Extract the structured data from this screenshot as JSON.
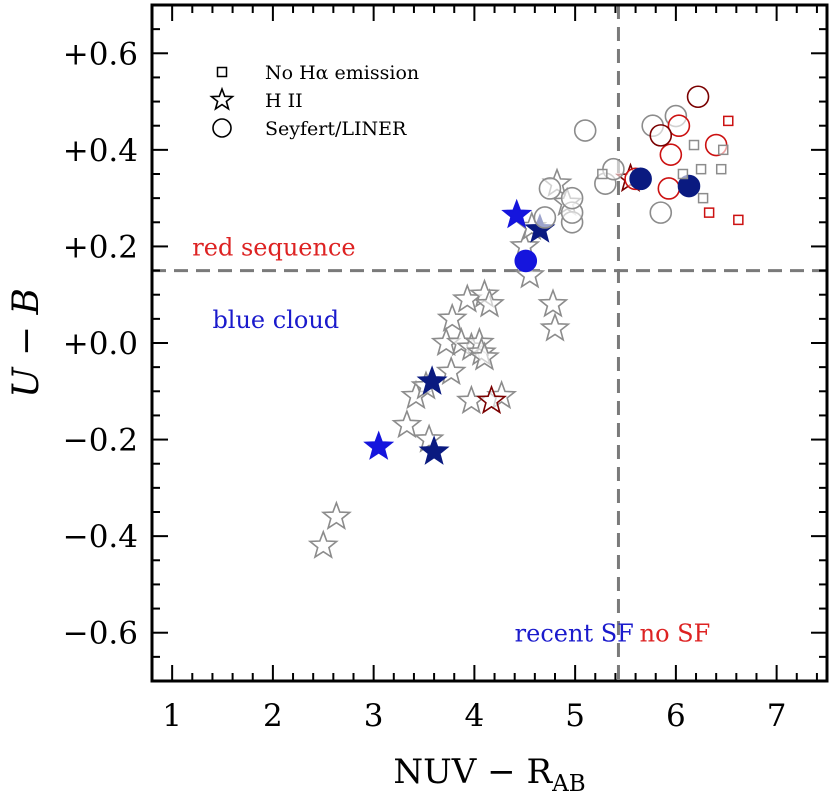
{
  "chart_data": {
    "type": "scatter",
    "xlabel": "NUV − R",
    "xlabel_sub": "AB",
    "ylabel": "U − B",
    "xlim": [
      0.8,
      7.5
    ],
    "ylim": [
      -0.7,
      0.7
    ],
    "x_ticks": [
      1,
      2,
      3,
      4,
      5,
      6,
      7
    ],
    "y_ticks": [
      0.6,
      0.4,
      0.2,
      0.0,
      -0.2,
      -0.4,
      -0.6
    ],
    "y_tick_labels": [
      "+0.6",
      "+0.4",
      "+0.2",
      "+0.0",
      "−0.2",
      "−0.4",
      "−0.6"
    ],
    "reference_lines": {
      "x": 5.43,
      "y": 0.15
    },
    "annotations": [
      {
        "text": "red sequence",
        "x": 1.2,
        "y": 0.2,
        "color": "#dd2222"
      },
      {
        "text": "blue cloud",
        "x": 1.4,
        "y": 0.05,
        "color": "#1a1acc"
      },
      {
        "text": "recent SF",
        "x": 4.4,
        "y": -0.6,
        "color": "#1a1acc"
      },
      {
        "text": "no SF",
        "x": 5.64,
        "y": -0.6,
        "color": "#dd2222"
      }
    ],
    "legend": {
      "position": "top-left",
      "items": [
        {
          "marker": "square",
          "label": "No Hα emission"
        },
        {
          "marker": "star",
          "label": "H II"
        },
        {
          "marker": "circle",
          "label": "Seyfert/LINER"
        }
      ]
    },
    "colors": {
      "grey": "#8c8c8c",
      "red": "#cc1111",
      "dark_red": "#7a0000",
      "blue": "#1515dd",
      "navy": "#0a1a80",
      "dashed_line": "#7a7a7a"
    },
    "series": [
      {
        "marker": "star",
        "style": "open",
        "color": "grey",
        "points": [
          [
            2.5,
            -0.42
          ],
          [
            2.63,
            -0.36
          ],
          [
            3.33,
            -0.17
          ],
          [
            3.42,
            -0.11
          ],
          [
            3.52,
            -0.09
          ],
          [
            3.55,
            -0.2
          ],
          [
            3.77,
            -0.06
          ],
          [
            3.78,
            0.05
          ],
          [
            3.72,
            -0.0
          ],
          [
            3.93,
            0.09
          ],
          [
            3.87,
            0.0
          ],
          [
            3.97,
            -0.01
          ],
          [
            4.05,
            0.0
          ],
          [
            4.07,
            -0.02
          ],
          [
            4.1,
            -0.03
          ],
          [
            4.1,
            0.1
          ],
          [
            4.15,
            0.08
          ],
          [
            3.97,
            -0.12
          ],
          [
            4.27,
            -0.11
          ],
          [
            4.5,
            0.2
          ],
          [
            4.55,
            0.14
          ],
          [
            4.57,
            0.24
          ],
          [
            4.78,
            0.08
          ],
          [
            4.8,
            0.03
          ],
          [
            4.82,
            0.33
          ],
          [
            4.92,
            0.29
          ]
        ]
      },
      {
        "marker": "star",
        "style": "open",
        "color": "dark_red",
        "points": [
          [
            4.17,
            -0.12
          ],
          [
            5.55,
            0.34
          ]
        ]
      },
      {
        "marker": "star",
        "style": "filled",
        "color": "blue",
        "points": [
          [
            3.05,
            -0.215
          ],
          [
            4.42,
            0.265
          ]
        ]
      },
      {
        "marker": "star",
        "style": "filled",
        "color": "navy",
        "points": [
          [
            3.58,
            -0.08
          ],
          [
            3.6,
            -0.225
          ],
          [
            4.65,
            0.235
          ]
        ]
      },
      {
        "marker": "circle",
        "style": "open",
        "color": "grey",
        "points": [
          [
            4.7,
            0.26
          ],
          [
            4.75,
            0.32
          ],
          [
            4.97,
            0.25
          ],
          [
            4.97,
            0.27
          ],
          [
            4.97,
            0.3
          ],
          [
            5.1,
            0.44
          ],
          [
            5.3,
            0.33
          ],
          [
            5.38,
            0.36
          ],
          [
            5.77,
            0.45
          ],
          [
            5.85,
            0.27
          ],
          [
            6.0,
            0.47
          ]
        ]
      },
      {
        "marker": "circle",
        "style": "open",
        "color": "red",
        "points": [
          [
            5.6,
            0.34
          ],
          [
            5.93,
            0.32
          ],
          [
            5.95,
            0.39
          ],
          [
            6.03,
            0.45
          ],
          [
            6.4,
            0.41
          ]
        ]
      },
      {
        "marker": "circle",
        "style": "open",
        "color": "dark_red",
        "points": [
          [
            5.85,
            0.43
          ],
          [
            6.22,
            0.51
          ]
        ]
      },
      {
        "marker": "circle",
        "style": "filled",
        "color": "blue",
        "points": [
          [
            4.51,
            0.17
          ]
        ]
      },
      {
        "marker": "circle",
        "style": "filled",
        "color": "navy",
        "points": [
          [
            5.65,
            0.34
          ],
          [
            6.13,
            0.325
          ]
        ]
      },
      {
        "marker": "square",
        "style": "open",
        "color": "grey",
        "points": [
          [
            5.27,
            0.35
          ],
          [
            6.07,
            0.35
          ],
          [
            6.18,
            0.41
          ],
          [
            6.25,
            0.36
          ],
          [
            6.27,
            0.3
          ],
          [
            6.45,
            0.36
          ],
          [
            6.47,
            0.4
          ]
        ]
      },
      {
        "marker": "square",
        "style": "open",
        "color": "red",
        "points": [
          [
            6.33,
            0.27
          ],
          [
            6.52,
            0.46
          ],
          [
            6.62,
            0.255
          ]
        ]
      }
    ]
  }
}
